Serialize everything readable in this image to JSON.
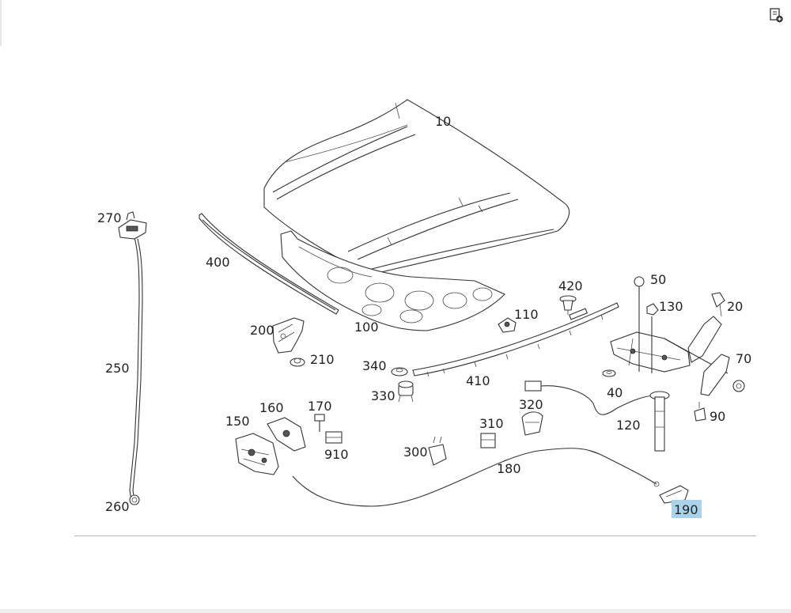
{
  "toolbar": {
    "icon": "add-to-cart-icon"
  },
  "diagram": {
    "selected_label": "190",
    "highlight_color": "#a9d3ea",
    "labels": {
      "p10": "10",
      "p20": "20",
      "p40": "40",
      "p50": "50",
      "p70": "70",
      "p90": "90",
      "p100": "100",
      "p110": "110",
      "p120": "120",
      "p130": "130",
      "p150": "150",
      "p160": "160",
      "p170": "170",
      "p180": "180",
      "p190": "190",
      "p200": "200",
      "p210": "210",
      "p250": "250",
      "p260": "260",
      "p270": "270",
      "p300": "300",
      "p310": "310",
      "p320": "320",
      "p330": "330",
      "p340": "340",
      "p400": "400",
      "p410": "410",
      "p420": "420",
      "p910": "910"
    }
  }
}
